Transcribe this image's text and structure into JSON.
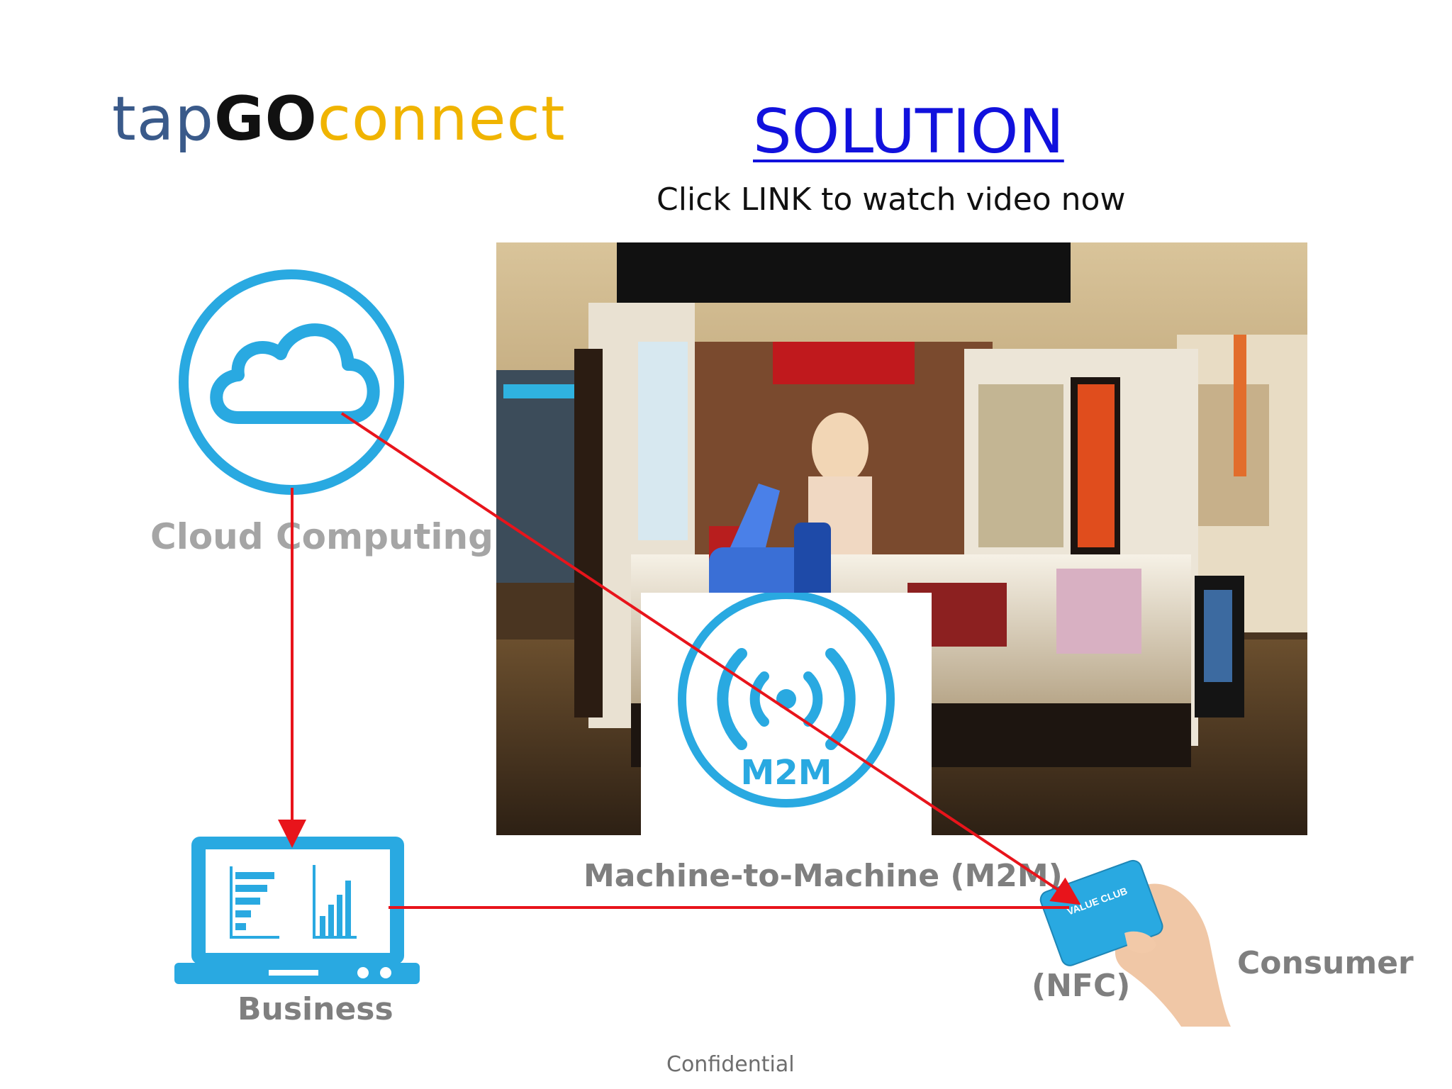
{
  "header": {
    "logo_part1": "tap",
    "logo_part2": "GO",
    "logo_part3": "connect",
    "solution_link": "SOLUTION",
    "subtitle": "Click LINK to watch video now"
  },
  "diagram": {
    "cloud_label": "Cloud Computing",
    "business_label": "Business",
    "m2m_connection_label": "Machine-to-Machine (M2M)",
    "m2m_icon_text": "M2M",
    "nfc_label": "(NFC)",
    "consumer_label": "Consumer",
    "card_brand": "VALUE CLUB"
  },
  "footer": {
    "confidential": "Confidential"
  },
  "colors": {
    "icon_blue": "#29a9e1",
    "arrow_red": "#e8141b",
    "logo_blue": "#3a5a8a",
    "logo_gold": "#f0b400",
    "link_blue": "#1111dd"
  }
}
